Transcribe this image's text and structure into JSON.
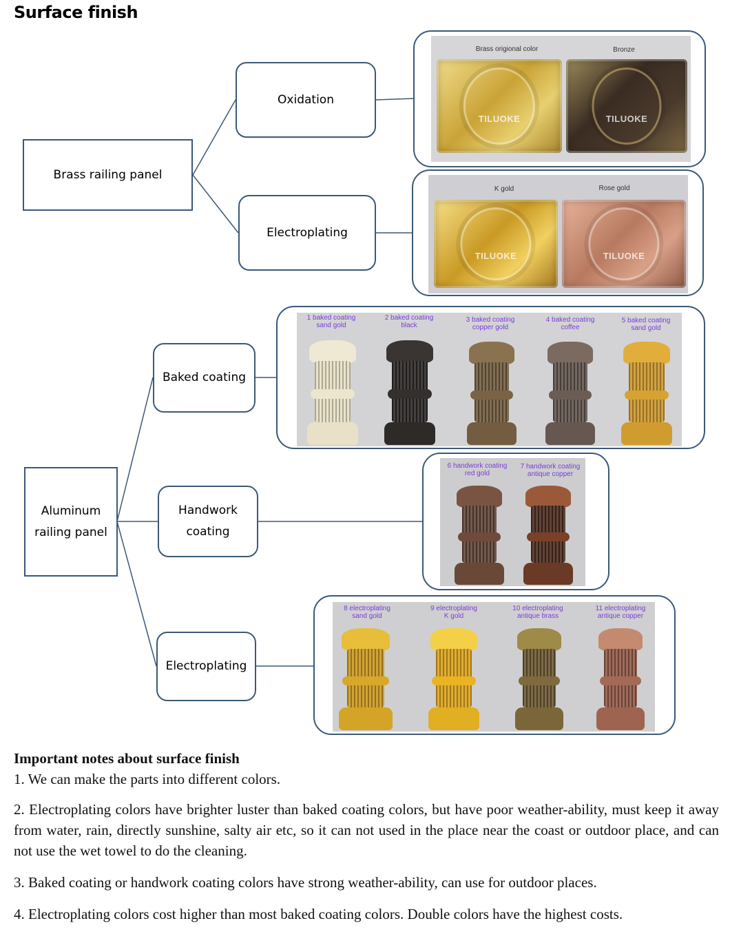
{
  "title": "Surface finish",
  "brass": {
    "root_label": "Brass railing panel",
    "branches": [
      {
        "label": "Oxidation",
        "photo_labels": [
          "Brass origional color",
          "Bronze"
        ],
        "plate_text": "TILUOKE"
      },
      {
        "label": "Electroplating",
        "photo_labels": [
          "K gold",
          "Rose gold"
        ],
        "plate_text": "TILUOKE"
      }
    ]
  },
  "aluminum": {
    "root_label_line1": "Aluminum",
    "root_label_line2": "railing panel",
    "branches": [
      {
        "label": "Baked coating",
        "samples": [
          {
            "line1": "1 baked coating",
            "line2": "sand gold",
            "color": "#ece6cf"
          },
          {
            "line1": "2 baked coating",
            "line2": "black",
            "color": "#2e2a28"
          },
          {
            "line1": "3 baked coating",
            "line2": "copper gold",
            "color": "#7a6244"
          },
          {
            "line1": "4 baked coating",
            "line2": "coffee",
            "color": "#6b5d55"
          },
          {
            "line1": "5 baked coating",
            "line2": "sand gold",
            "color": "#d6a232"
          }
        ]
      },
      {
        "label_line1": "Handwork",
        "label_line2": "coating",
        "samples": [
          {
            "line1": "6 handwork coating",
            "line2": "red gold",
            "color": "#6e4b3c"
          },
          {
            "line1": "7 handwork coating",
            "line2": "antique copper",
            "color": "#5a3324"
          }
        ]
      },
      {
        "label": "Electroplating",
        "samples": [
          {
            "line1": "8 electroplating",
            "line2": "sand gold",
            "color": "#d7a82a"
          },
          {
            "line1": "9 electroplating",
            "line2": "K gold",
            "color": "#e9b324"
          },
          {
            "line1": "10 electroplating",
            "line2": "antique brass",
            "color": "#7e6a3c"
          },
          {
            "line1": "11 electroplating",
            "line2": "antique copper",
            "color": "#a56a55"
          }
        ]
      }
    ]
  },
  "notes": {
    "heading": "Important notes about surface finish",
    "items": [
      "1.  We can make the parts into different colors.",
      "2.  Electroplating colors have brighter luster than baked coating colors, but have poor weather-ability, must keep it away from water, rain, directly sunshine, salty air etc, so it can not used in the place near the coast or outdoor place, and can not use the wet towel to do the cleaning.",
      "3.  Baked coating or handwork coating colors have strong weather-ability, can use for outdoor places.",
      "4.  Electroplating colors cost higher than most baked coating colors. Double colors have the highest costs."
    ]
  },
  "colors": {
    "box_border": "#3a5878",
    "connector": "#3a5878",
    "sample_label": "#7a3ed6"
  }
}
